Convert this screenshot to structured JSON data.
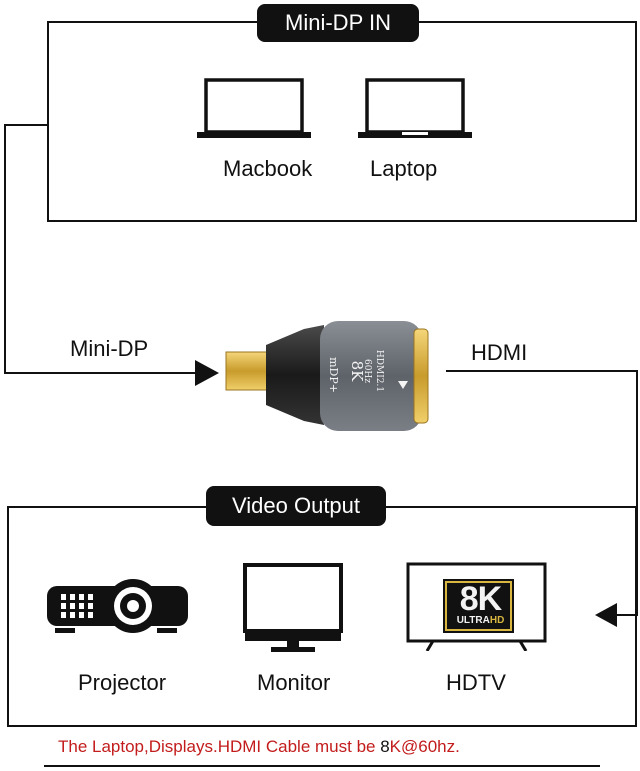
{
  "top_panel": {
    "title": "Mini-DP IN",
    "devices": [
      {
        "label": "Macbook",
        "icon": "laptop-icon"
      },
      {
        "label": "Laptop",
        "icon": "laptop-icon"
      }
    ]
  },
  "adapter": {
    "input_label": "Mini-DP",
    "output_label": "HDMI",
    "body_text": [
      "mDP+",
      "8K",
      "60Hz",
      "HDMI2.1"
    ]
  },
  "bottom_panel": {
    "title": "Video Output",
    "devices": [
      {
        "label": "Projector",
        "icon": "projector-icon"
      },
      {
        "label": "Monitor",
        "icon": "monitor-icon"
      },
      {
        "label": "HDTV",
        "icon": "tv-icon"
      }
    ],
    "tv_badge": {
      "main": "8K",
      "left": "ULTRA",
      "right": "HD"
    }
  },
  "caption": {
    "red": "The Laptop,Displays.HDMI Cable must be ",
    "dark": "8",
    "red2": "K@60hz."
  },
  "colors": {
    "caption_red": "#c31c1c",
    "badge_gold": "#d8b640",
    "adapter_grey": "#6b6f76"
  }
}
